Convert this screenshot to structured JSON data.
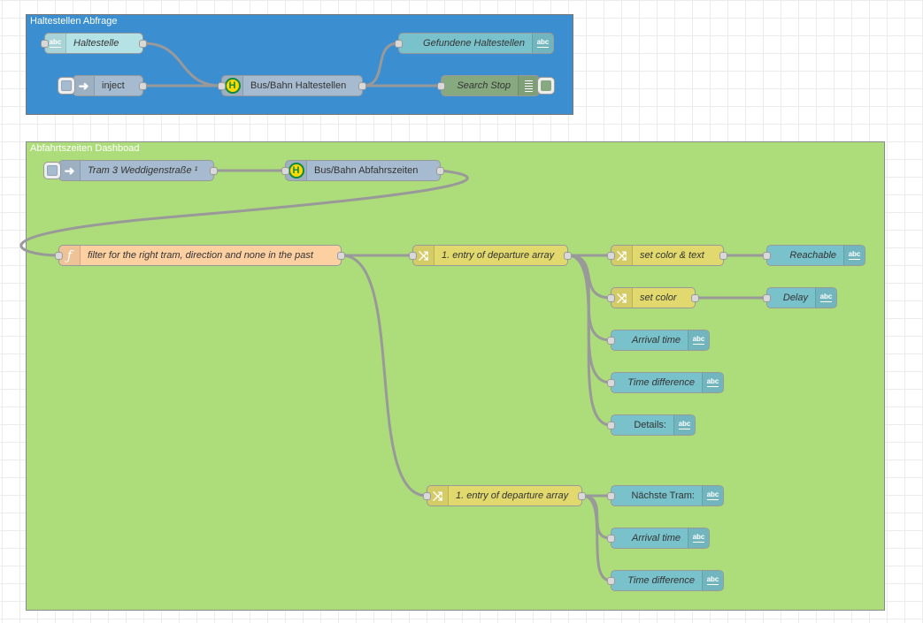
{
  "colors": {
    "group_blue": "#3b8fd0",
    "group_green": "#addc7b",
    "inject": "#a6bbcf",
    "text_node": "#79c2cb",
    "text_node_light": "#b4e2e5",
    "function": "#fdd0a2",
    "change": "#e2d96e",
    "search": "#87a980",
    "bus": "#a6bbcf"
  },
  "groups": {
    "query": {
      "label": "Haltestellen Abfrage"
    },
    "dashboard": {
      "label": "Abfahrtszeiten Dashboad"
    }
  },
  "nodes": {
    "haltestelle": {
      "label": "Haltestelle",
      "icon": "abc-icon"
    },
    "inject": {
      "label": "inject",
      "icon": "inject-arrow-icon"
    },
    "bus_haltestellen": {
      "label": "Bus/Bahn Haltestellen",
      "icon": "bus-stop-icon"
    },
    "gefundene": {
      "label": "Gefundene Haltestellen",
      "icon": "abc-icon"
    },
    "search_stop": {
      "label": "Search Stop",
      "icon": "list-select-icon"
    },
    "tram3": {
      "label": "Tram 3 Weddigenstraße ¹",
      "icon": "inject-arrow-icon"
    },
    "bus_abfahrt": {
      "label": "Bus/Bahn Abfahrszeiten",
      "icon": "bus-stop-icon"
    },
    "filter": {
      "label": "filter for the right tram, direction and none in the past",
      "icon": "function-icon"
    },
    "entry1": {
      "label": "1. entry of departure array",
      "icon": "shuffle-icon"
    },
    "set_color_text": {
      "label": "set color & text",
      "icon": "shuffle-icon"
    },
    "set_color": {
      "label": "set color",
      "icon": "shuffle-icon"
    },
    "reachable": {
      "label": "Reachable",
      "icon": "abc-icon"
    },
    "delay": {
      "label": "Delay",
      "icon": "abc-icon"
    },
    "arrival1": {
      "label": "Arrival time",
      "icon": "abc-icon"
    },
    "timediff1": {
      "label": "Time difference",
      "icon": "abc-icon"
    },
    "details": {
      "label": "Details:",
      "icon": "abc-icon"
    },
    "entry2": {
      "label": "1. entry of departure array",
      "icon": "shuffle-icon"
    },
    "naechste": {
      "label": "Nächste Tram:",
      "icon": "abc-icon"
    },
    "arrival2": {
      "label": "Arrival time",
      "icon": "abc-icon"
    },
    "timediff2": {
      "label": "Time difference",
      "icon": "abc-icon"
    }
  }
}
